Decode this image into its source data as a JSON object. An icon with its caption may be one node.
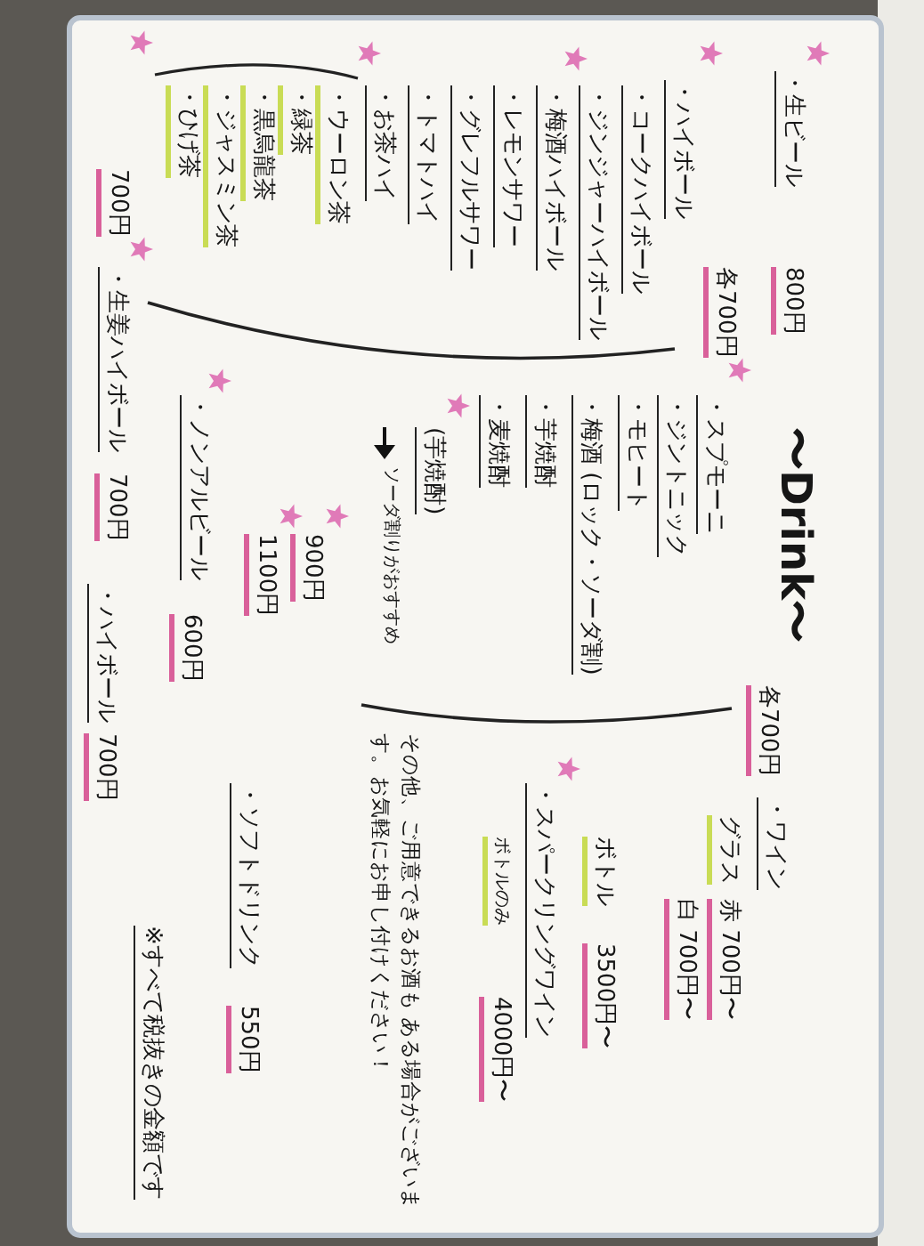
{
  "diagram": {
    "title": "〜Drink〜",
    "labels": [
      "・生ビール",
      "800円",
      "・ハイボール",
      "各700円",
      "・コークハイボール",
      "・ジンジャーハイボール",
      "・梅酒ハイボール",
      "・レモンサワー",
      "・グレフルサワー",
      "・トマトハイ",
      "・お茶ハイ",
      "・ウーロン茶",
      "・緑茶",
      "・黒烏龍茶",
      "・ジャスミン茶",
      "・ひげ茶",
      "700円",
      "各700円",
      "・スプモーニ",
      "・ジントニック",
      "・モヒート",
      "・梅酒 (ロック・ソーダ割)",
      "・芋焼酎",
      "・麦焼酎",
      "(芋焼酎)",
      "ソーダ割りがおすすめ",
      "900円",
      "1100円",
      "・ノンアルビール",
      "600円",
      "・生姜ハイボール",
      "700円",
      "・ハイボール",
      "700円",
      "・ワイン",
      "グラス",
      "赤 700円〜",
      "白 700円〜",
      "ボトル",
      "3500円〜",
      "・スパークリングワイン",
      "ボトルのみ",
      "4000円〜",
      "その他、ご用意できるお酒も ある場合がございます。お気軽にお申し付けください！",
      "・ソフトドリンク",
      "550円",
      "※すべて税抜きの金額です"
    ]
  }
}
